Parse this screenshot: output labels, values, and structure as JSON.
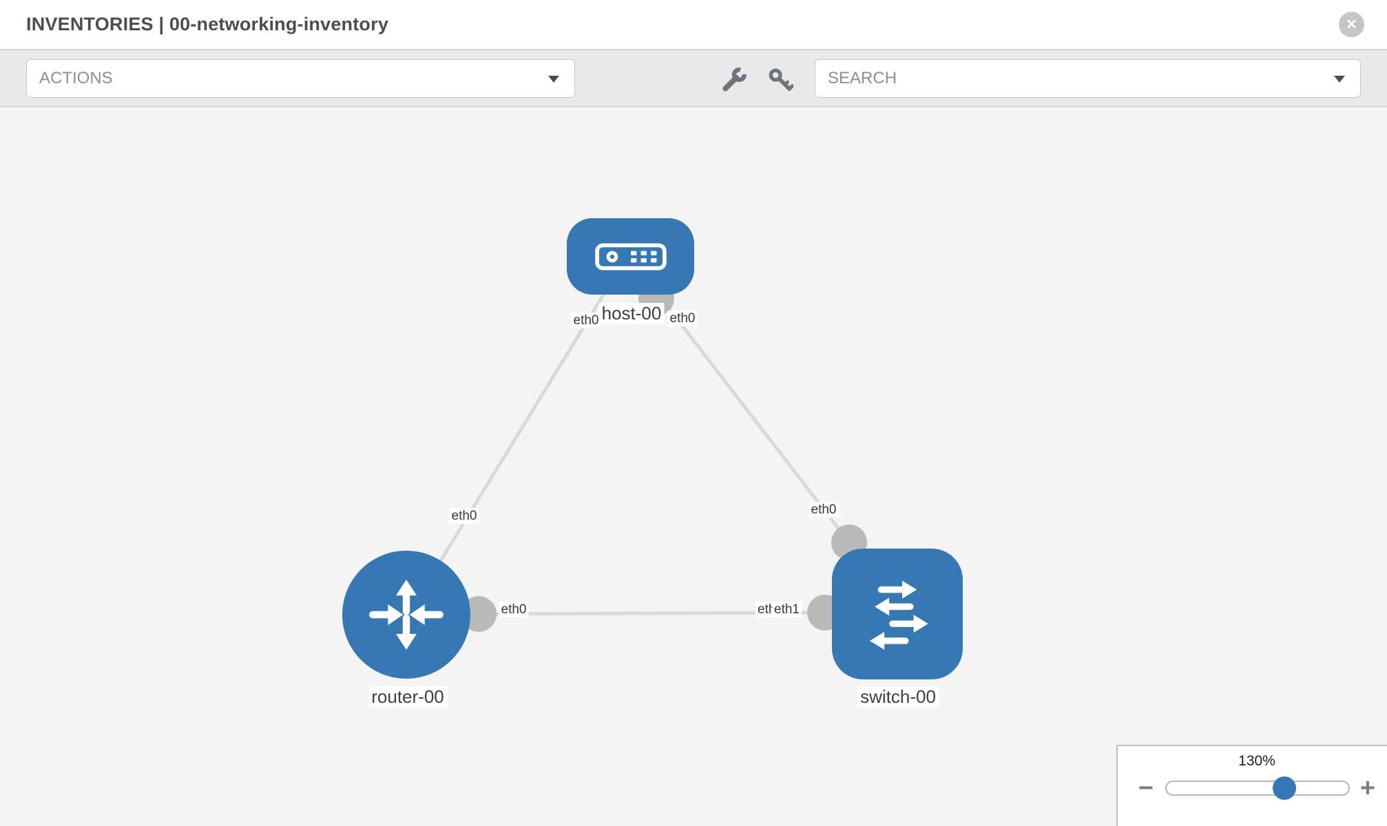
{
  "header": {
    "title": "INVENTORIES | 00-networking-inventory",
    "close_glyph": "✕"
  },
  "toolbar": {
    "actions_value": "ACTIONS",
    "search_value": "SEARCH"
  },
  "icons": {
    "close": "circle-x",
    "wrench": "wrench",
    "key": "key",
    "actions_caret": "triangle-down",
    "search_caret": "triangle-down",
    "host": "server-box",
    "router": "cross-arrows",
    "switch": "exchange-arrows",
    "zoom_out": "minus",
    "zoom_in": "plus"
  },
  "diagram": {
    "nodes": [
      {
        "label": "host-00",
        "type": "host",
        "shape": "rounded-rect",
        "icon": "server-icon"
      },
      {
        "label": "router-00",
        "type": "router",
        "shape": "circle",
        "icon": "router-arrows-icon"
      },
      {
        "label": "switch-00",
        "type": "switch",
        "shape": "rounded-square",
        "icon": "switch-arrows-icon"
      }
    ],
    "links": [
      {
        "from": "host-00",
        "from_iface": "eth0",
        "to": "router-00",
        "to_iface": "eth0"
      },
      {
        "from": "host-00",
        "from_iface": "eth0",
        "to": "switch-00",
        "to_iface": "eth0"
      },
      {
        "from": "router-00",
        "from_iface": "eth0",
        "to": "switch-00",
        "to_iface": "eth1",
        "to_iface_behind": "eth0"
      }
    ],
    "colors": {
      "node_blue": "#3678b3",
      "link_gray": "#d9d9d9",
      "connector_gray": "#b9b9b9",
      "canvas_bg": "#f4f4f5"
    }
  },
  "zoom_panel": {
    "level": "130%",
    "minus_glyph": "−",
    "plus_glyph": "+"
  }
}
